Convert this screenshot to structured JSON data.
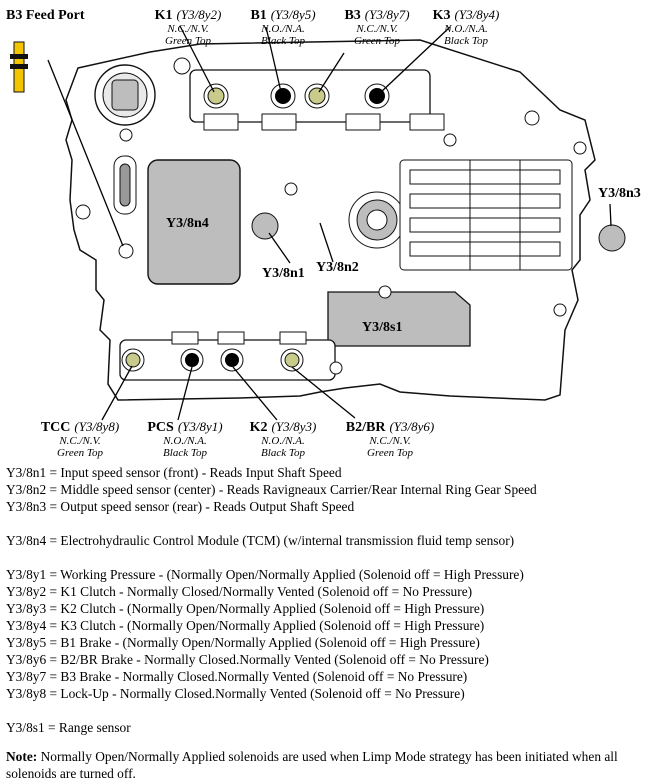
{
  "feed_port": "B3 Feed Port",
  "solenoids_top": [
    {
      "name": "K1",
      "code": "(Y3/8y2)",
      "state": "N.C./N.V.",
      "top": "Green Top"
    },
    {
      "name": "B1",
      "code": "(Y3/8y5)",
      "state": "N.O./N.A.",
      "top": "Black Top"
    },
    {
      "name": "B3",
      "code": "(Y3/8y7)",
      "state": "N.C./N.V.",
      "top": "Green Top"
    },
    {
      "name": "K3",
      "code": "(Y3/8y4)",
      "state": "N.O./N.A.",
      "top": "Black Top"
    }
  ],
  "solenoids_bottom": [
    {
      "name": "TCC",
      "code": "(Y3/8y8)",
      "state": "N.C./N.V.",
      "top": "Green Top"
    },
    {
      "name": "PCS",
      "code": "(Y3/8y1)",
      "state": "N.O./N.A.",
      "top": "Black Top"
    },
    {
      "name": "K2",
      "code": "(Y3/8y3)",
      "state": "N.O./N.A.",
      "top": "Black Top"
    },
    {
      "name": "B2/BR",
      "code": "(Y3/8y6)",
      "state": "N.C./N.V.",
      "top": "Green Top"
    }
  ],
  "sensors": {
    "n1": "Y3/8n1",
    "n2": "Y3/8n2",
    "n3": "Y3/8n3",
    "n4": "Y3/8n4",
    "s1": "Y3/8s1"
  },
  "colors": {
    "green_top": "#c8cb8a",
    "black_top": "#000000",
    "sensor_fill": "#bdbdbd",
    "feed_port": "#f2c500"
  },
  "legend": [
    "Y3/8n1 = Input speed sensor (front) - Reads Input Shaft Speed",
    "Y3/8n2 = Middle speed sensor (center) - Reads Ravigneaux Carrier/Rear Internal Ring Gear Speed",
    "Y3/8n3 = Output speed sensor (rear) - Reads Output Shaft Speed",
    "",
    "Y3/8n4 = Electrohydraulic Control Module (TCM) (w/internal transmission fluid temp sensor)",
    "",
    "Y3/8y1 = Working Pressure - (Normally Open/Normally Applied (Solenoid off = High Pressure)",
    "Y3/8y2 = K1 Clutch - Normally Closed/Normally Vented (Solenoid off = No Pressure)",
    "Y3/8y3 = K2 Clutch  - (Normally Open/Normally Applied (Solenoid off = High Pressure)",
    "Y3/8y4 = K3 Clutch - (Normally Open/Normally Applied (Solenoid off = High Pressure)",
    "Y3/8y5 = B1 Brake - (Normally Open/Normally Applied (Solenoid off = High Pressure)",
    "Y3/8y6 = B2/BR Brake - Normally Closed.Normally Vented (Solenoid off = No Pressure)",
    "Y3/8y7 = B3 Brake - Normally Closed.Normally Vented (Solenoid off = No Pressure)",
    "Y3/8y8 = Lock-Up - Normally Closed.Normally Vented (Solenoid off = No Pressure)",
    "",
    "Y3/8s1 = Range sensor"
  ],
  "note": {
    "label": "Note:",
    "text": "Normally Open/Normally Applied solenoids are used when  Limp Mode strategy has been initiated when all solenoids are turned off."
  }
}
